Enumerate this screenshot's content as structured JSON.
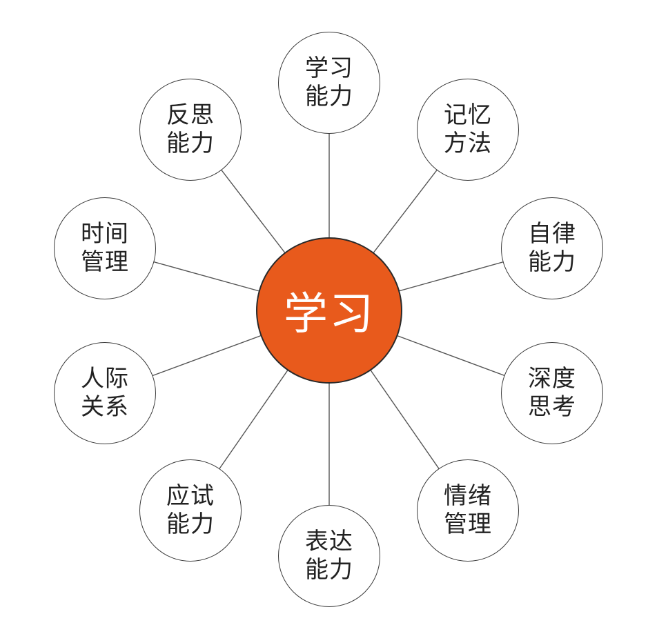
{
  "center": {
    "label": "学习",
    "fill": "#E85A1C",
    "text_color": "#FFFFFF"
  },
  "colors": {
    "line": "#555555",
    "node_border": "#3A3A3A",
    "node_fill": "#FFFFFF",
    "text": "#222222"
  },
  "nodes": [
    {
      "id": "learning-ability",
      "label": "学习\n能力"
    },
    {
      "id": "memory-method",
      "label": "记忆\n方法"
    },
    {
      "id": "self-discipline",
      "label": "自律\n能力"
    },
    {
      "id": "deep-thinking",
      "label": "深度\n思考"
    },
    {
      "id": "emotion-management",
      "label": "情绪\n管理"
    },
    {
      "id": "expression-ability",
      "label": "表达\n能力"
    },
    {
      "id": "exam-ability",
      "label": "应试\n能力"
    },
    {
      "id": "interpersonal",
      "label": "人际\n关系"
    },
    {
      "id": "time-management",
      "label": "时间\n管理"
    },
    {
      "id": "reflection-ability",
      "label": "反思\n能力"
    }
  ]
}
